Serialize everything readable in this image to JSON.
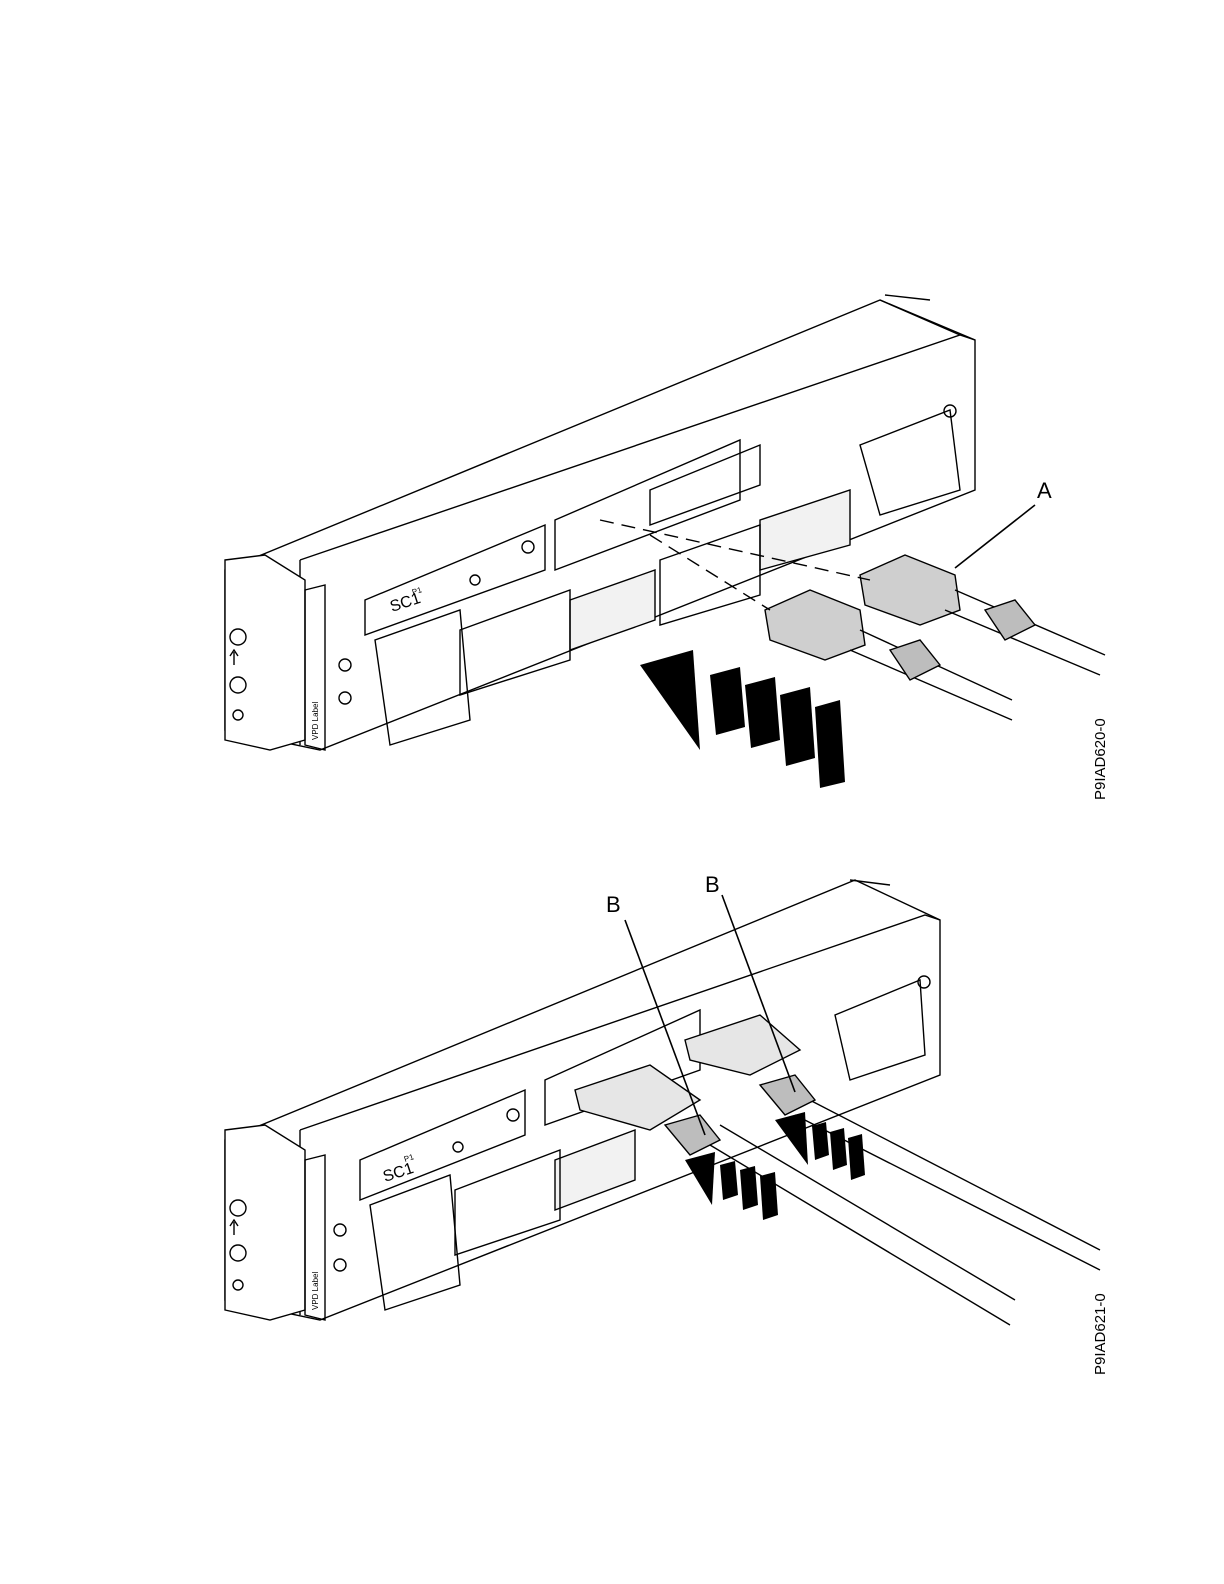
{
  "figures": [
    {
      "id_label": "P9IAD620-0",
      "callouts": [
        "A"
      ],
      "panel_labels": {
        "sc": "SC1",
        "p1": "P1",
        "vpd": "VPD Label"
      }
    },
    {
      "id_label": "P9IAD621-0",
      "callouts": [
        "B",
        "B"
      ],
      "panel_labels": {
        "sc": "SC1",
        "p1": "P1",
        "vpd": "VPD Label"
      }
    }
  ]
}
